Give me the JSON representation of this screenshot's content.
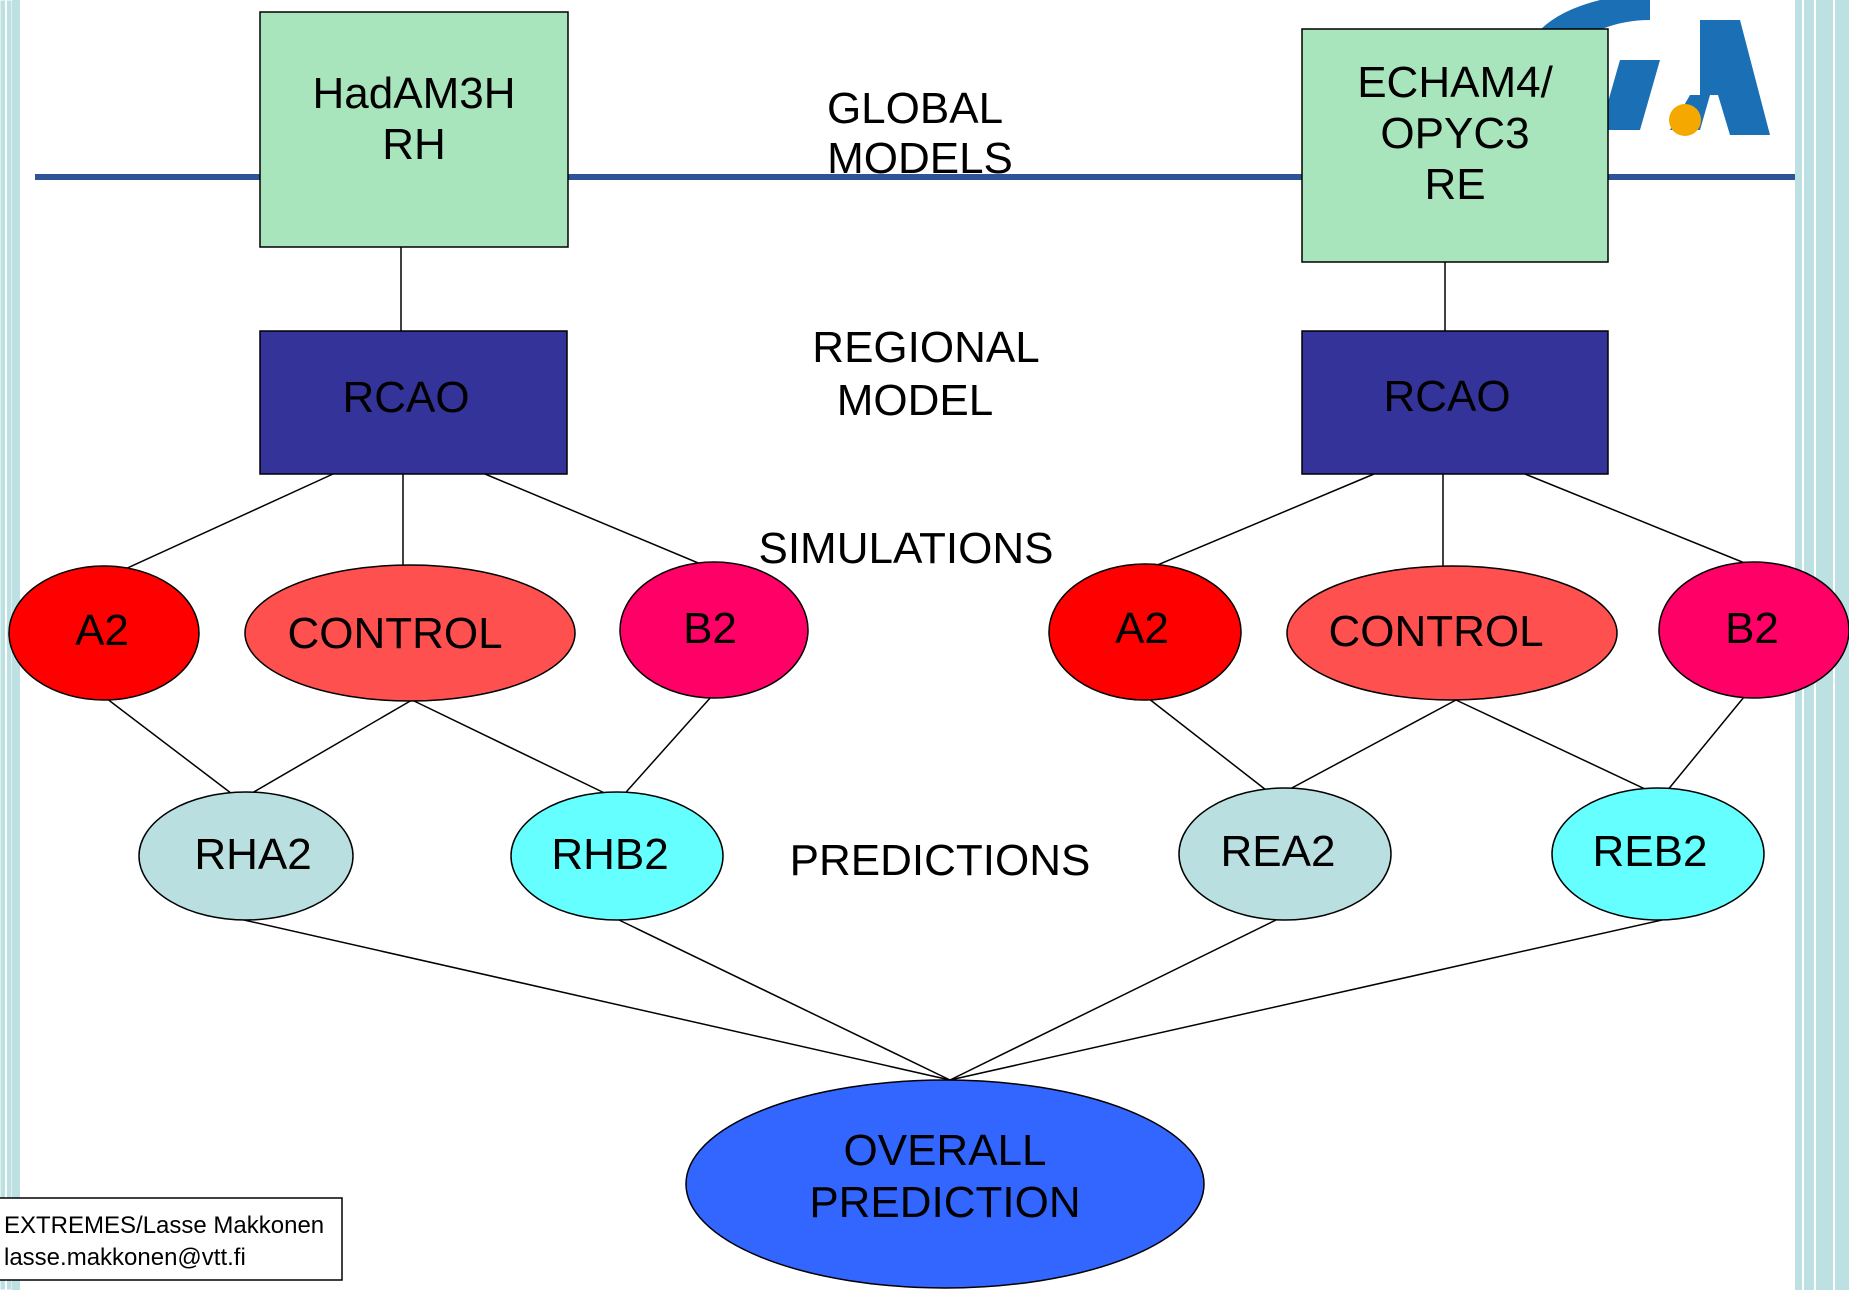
{
  "global_models": {
    "left": {
      "lines": [
        "HadAM3H",
        "RH"
      ],
      "color": "#a8e4bc"
    },
    "right": {
      "lines": [
        "ECHAM4/",
        "OPYC3",
        "RE"
      ],
      "color": "#a8e4bc"
    }
  },
  "regional_model": {
    "left": {
      "label": "RCAO",
      "color": "#333399"
    },
    "right": {
      "label": "RCAO",
      "color": "#333399"
    }
  },
  "simulations": {
    "left": [
      {
        "label": "A2",
        "color": "#ff0000"
      },
      {
        "label": "CONTROL",
        "color": "#ff5050"
      },
      {
        "label": "B2",
        "color": "#ff0066"
      }
    ],
    "right": [
      {
        "label": "A2",
        "color": "#ff0000"
      },
      {
        "label": "CONTROL",
        "color": "#ff5050"
      },
      {
        "label": "B2",
        "color": "#ff0066"
      }
    ]
  },
  "predictions": [
    {
      "label": "RHA2",
      "color": "#b9dfe0"
    },
    {
      "label": "RHB2",
      "color": "#66ffff"
    },
    {
      "label": "REA2",
      "color": "#b9dfe0"
    },
    {
      "label": "REB2",
      "color": "#66ffff"
    }
  ],
  "overall": {
    "lines": [
      "OVERALL",
      "PREDICTION"
    ],
    "color": "#3366ff"
  },
  "tier_labels": {
    "global": [
      "GLOBAL",
      "MODELS"
    ],
    "regional": [
      "REGIONAL",
      "MODEL"
    ],
    "simulations": "SIMULATIONS",
    "predictions": "PREDICTIONS"
  },
  "footer": {
    "line1": "EXTREMES/Lasse Makkonen",
    "line2": "lasse.makkonen@vtt.fi"
  },
  "colors": {
    "frame": "#bde0e2",
    "header_rule": "#2f5496",
    "logo_blue": "#1a6fb5",
    "logo_orange": "#f4a800"
  }
}
